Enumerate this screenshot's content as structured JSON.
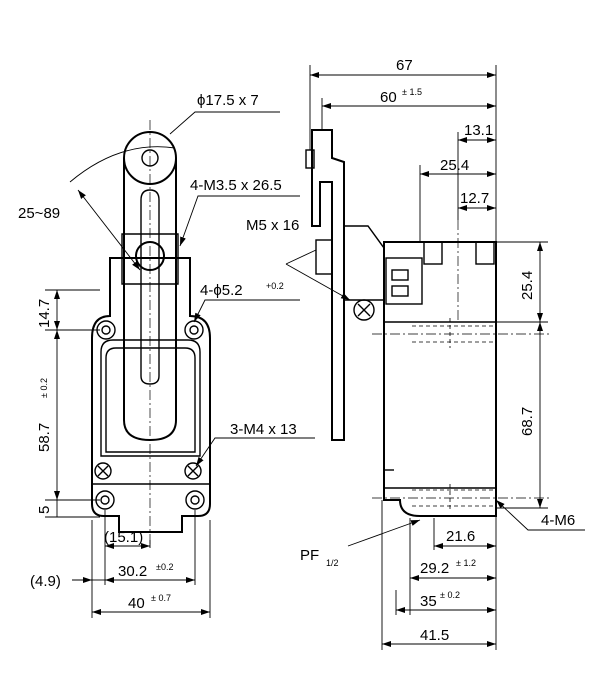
{
  "dimensions": {
    "roller": "ϕ17.5 x 7",
    "screw_lever": "4-M3.5 x 26.5",
    "angle": "25~89",
    "hole_dia": "4-ϕ5.2",
    "hole_dia_tol": "+0.2",
    "h14_7": "14.7",
    "h58_7": "58.7",
    "h58_7_tol": "± 0.2",
    "h5": "5",
    "screw_m4": "3-M4 x 13",
    "w15_1": "(15.1)",
    "w30_2": "30.2",
    "w30_2_tol": "±0.2",
    "w4_9": "(4.9)",
    "w40": "40",
    "w40_tol": "± 0.7",
    "d67": "67",
    "d60": "60",
    "d60_tol": "± 1.5",
    "d13_1": "13.1",
    "d25_4_top": "25.4",
    "d12_7": "12.7",
    "m5": "M5 x 16",
    "v25_4": "25.4",
    "v68_7": "68.7",
    "m6": "4-M6",
    "pf": "PF",
    "pf_frac": "1/2",
    "d21_6": "21.6",
    "d29_2": "29.2",
    "d29_2_tol": "± 1.2",
    "d35": "35",
    "d35_tol": "± 0.2",
    "d41_5": "41.5"
  }
}
